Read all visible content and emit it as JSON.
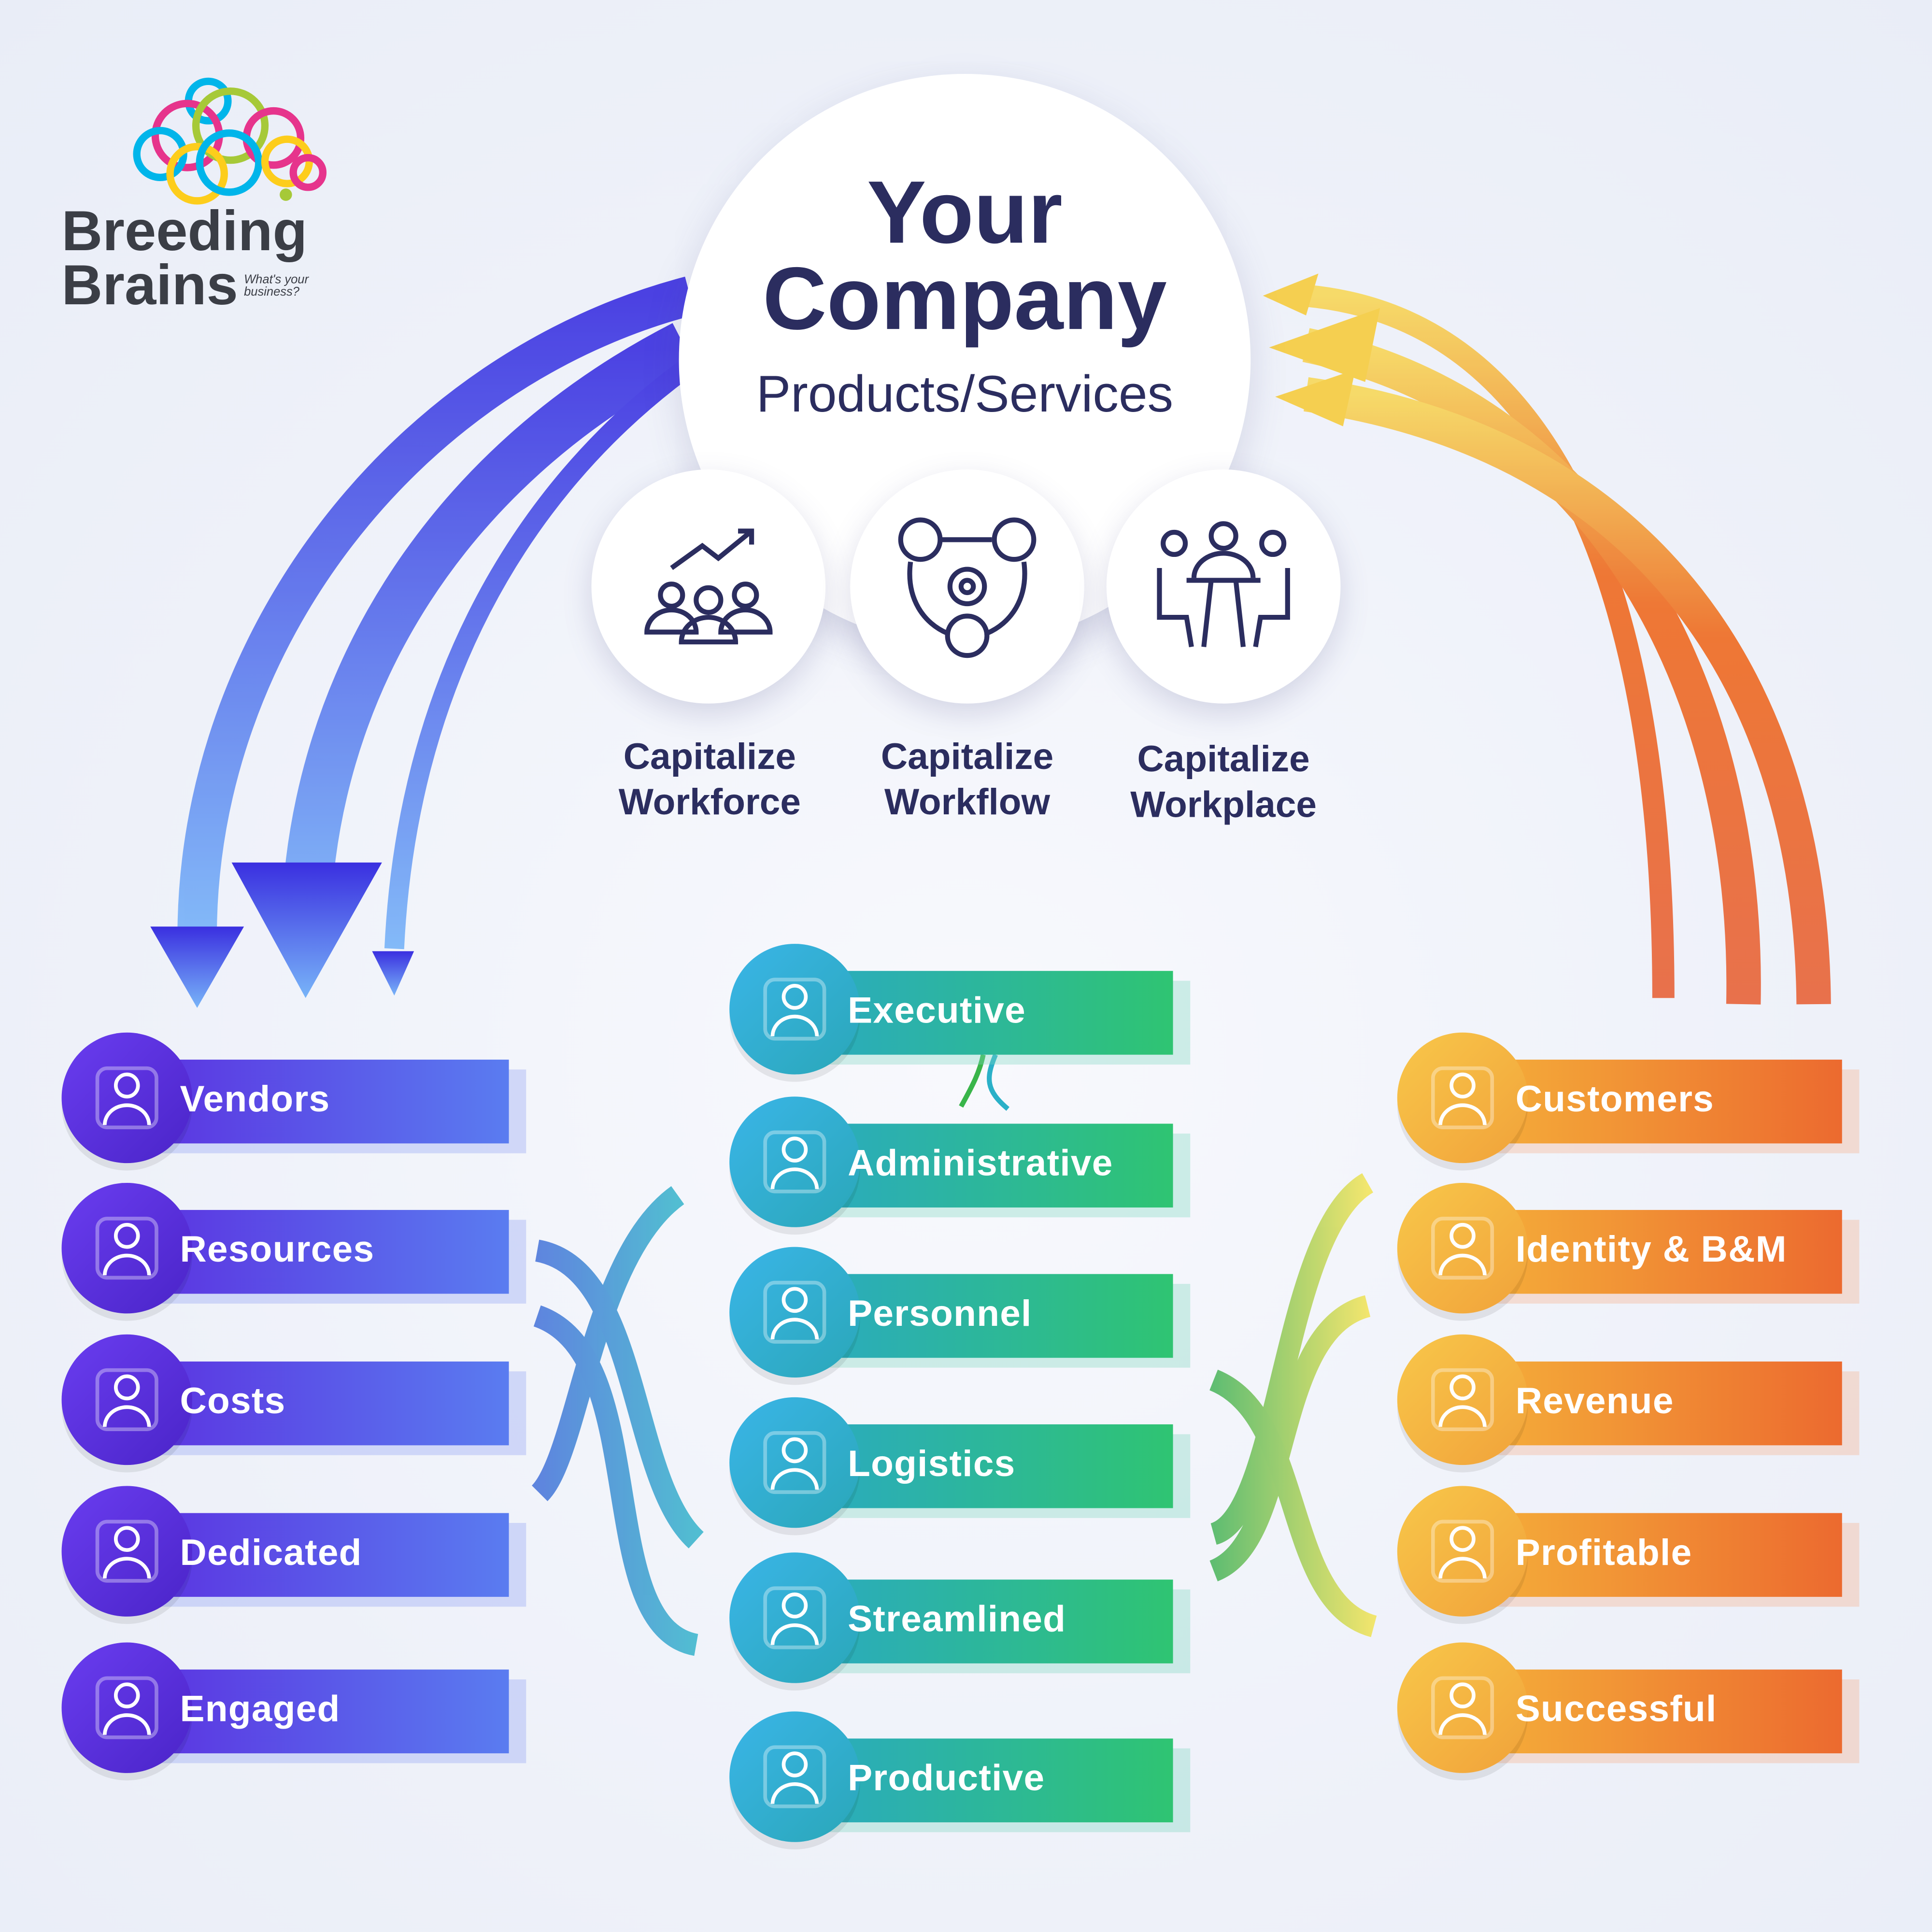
{
  "logo": {
    "name_line1": "Breeding",
    "name_line2": "Brains",
    "tagline_line1": "What's your",
    "tagline_line2": "business?"
  },
  "center": {
    "title_line1": "Your",
    "title_line2": "Company",
    "subtitle": "Products/Services"
  },
  "capitalize": [
    {
      "line1": "Capitalize",
      "line2": "Workforce",
      "icon": "growth-team-icon"
    },
    {
      "line1": "Capitalize",
      "line2": "Workflow",
      "icon": "workflow-cycle-icon"
    },
    {
      "line1": "Capitalize",
      "line2": "Workplace",
      "icon": "meeting-table-icon"
    }
  ],
  "left": [
    {
      "label": "Vendors",
      "icon": "vendor-icon"
    },
    {
      "label": "Resources",
      "icon": "gear-person-icon"
    },
    {
      "label": "Costs",
      "icon": "calculator-icon"
    },
    {
      "label": "Dedicated",
      "icon": "person-clock-icon"
    },
    {
      "label": "Engaged",
      "icon": "handshake-icon"
    }
  ],
  "middle": [
    {
      "label": "Executive",
      "icon": "executive-icon"
    },
    {
      "label": "Administrative",
      "icon": "network-icon"
    },
    {
      "label": "Personnel",
      "icon": "group-icon"
    },
    {
      "label": "Logistics",
      "icon": "truck-icon"
    },
    {
      "label": "Streamlined",
      "icon": "clock-cycle-icon"
    },
    {
      "label": "Productive",
      "icon": "checklist-icon"
    }
  ],
  "right": [
    {
      "label": "Customers",
      "icon": "customers-icon"
    },
    {
      "label": "Identity & B&M",
      "icon": "brand-icon"
    },
    {
      "label": "Revenue",
      "icon": "revenue-chart-icon"
    },
    {
      "label": "Profitable",
      "icon": "money-up-icon"
    },
    {
      "label": "Successful",
      "icon": "star-person-icon"
    }
  ],
  "colors": {
    "left": "#5b2fe0",
    "middle": "#2fc472",
    "right": "#ec6a2f",
    "text": "#2b2d5f"
  }
}
